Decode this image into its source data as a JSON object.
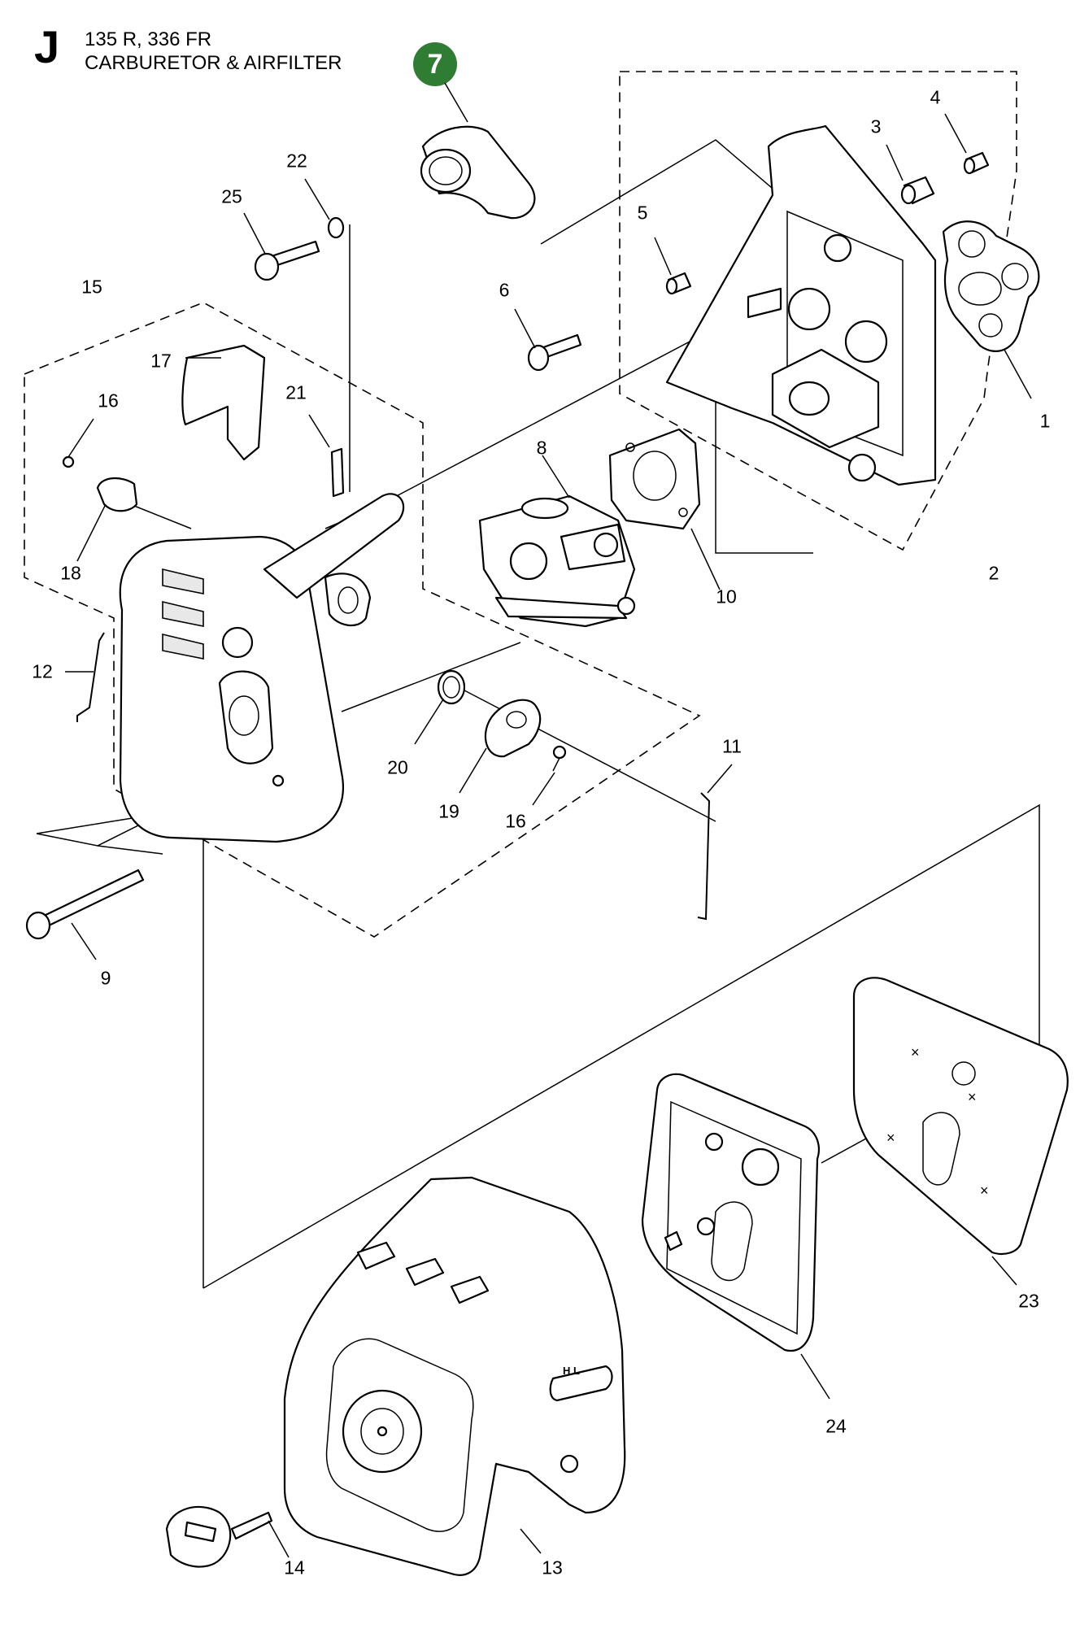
{
  "header": {
    "section_letter": "J",
    "models": "135 R, 336 FR",
    "title": "CARBURETOR & AIRFILTER"
  },
  "highlighted_part": "7",
  "colors": {
    "highlight": "#2e7d32",
    "line": "#000000"
  },
  "callouts": {
    "p1": "1",
    "p2": "2",
    "p3": "3",
    "p4": "4",
    "p5": "5",
    "p6": "6",
    "p8": "8",
    "p9": "9",
    "p10": "10",
    "p11": "11",
    "p12": "12",
    "p13": "13",
    "p14": "14",
    "p15": "15",
    "p16a": "16",
    "p16b": "16",
    "p17": "17",
    "p18": "18",
    "p19": "19",
    "p20": "20",
    "p21": "21",
    "p22": "22",
    "p23": "23",
    "p24": "24",
    "p25": "25"
  },
  "part_labels": {
    "choke_marks": "H   L"
  }
}
